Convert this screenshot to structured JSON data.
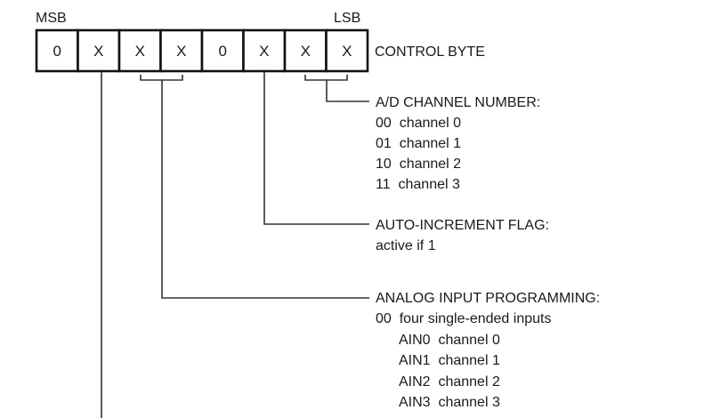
{
  "labels": {
    "msb": "MSB",
    "lsb": "LSB",
    "control_byte": "CONTROL BYTE"
  },
  "bits": [
    "0",
    "X",
    "X",
    "X",
    "0",
    "X",
    "X",
    "X"
  ],
  "ad_channel": {
    "title": "A/D CHANNEL NUMBER:",
    "lines": [
      "00  channel 0",
      "01  channel 1",
      "10  channel 2",
      "11  channel 3"
    ]
  },
  "auto_increment": {
    "title": "AUTO-INCREMENT FLAG:",
    "lines": [
      "active if 1"
    ]
  },
  "analog_input": {
    "title": "ANALOG INPUT PROGRAMMING:",
    "mode": "00  four single-ended inputs",
    "lines": [
      "AIN0  channel 0",
      "AIN1  channel 1",
      "AIN2  channel 2",
      "AIN3  channel 3"
    ]
  }
}
